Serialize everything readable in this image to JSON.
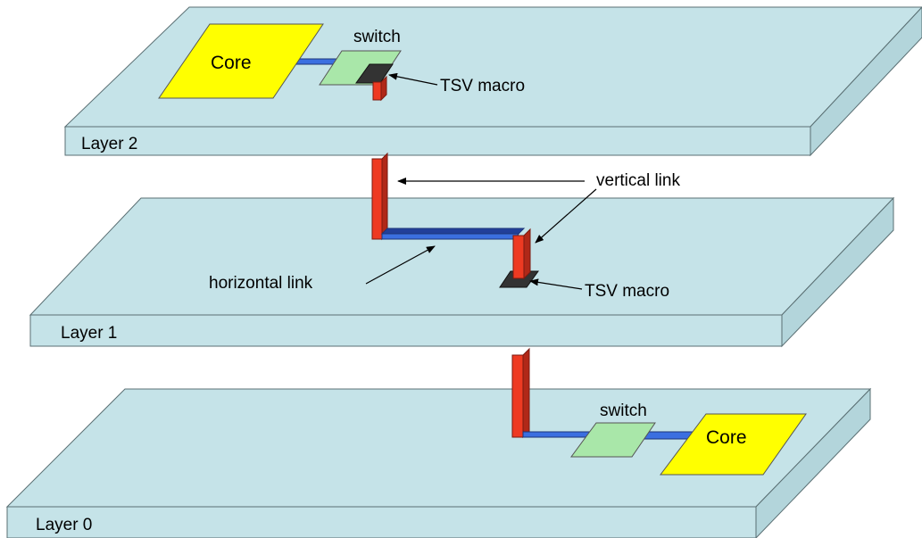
{
  "layers": [
    {
      "id": "layer2",
      "label": "Layer 2"
    },
    {
      "id": "layer1",
      "label": "Layer 1"
    },
    {
      "id": "layer0",
      "label": "Layer 0"
    }
  ],
  "blocks": {
    "core_top": "Core",
    "switch_top": "switch",
    "switch_bottom": "switch",
    "core_bottom": "Core"
  },
  "annotations": {
    "tsv_macro_top": "TSV macro",
    "vertical_link": "vertical link",
    "horizontal_link": "horizontal link",
    "tsv_macro_mid": "TSV macro"
  },
  "colors": {
    "layer_top": "#c5e3e8",
    "layer_front": "#c5e3e8",
    "layer_side": "#b3d5db",
    "stroke": "#5a6f73",
    "core": "#ffff00",
    "switch": "#a9e7a9",
    "tsv_macro": "#333333",
    "vertical_link": "#ee3a22",
    "vertical_link_side": "#b02818",
    "horizontal_link": "#3b6fe0",
    "horizontal_link_side": "#223f9a"
  }
}
